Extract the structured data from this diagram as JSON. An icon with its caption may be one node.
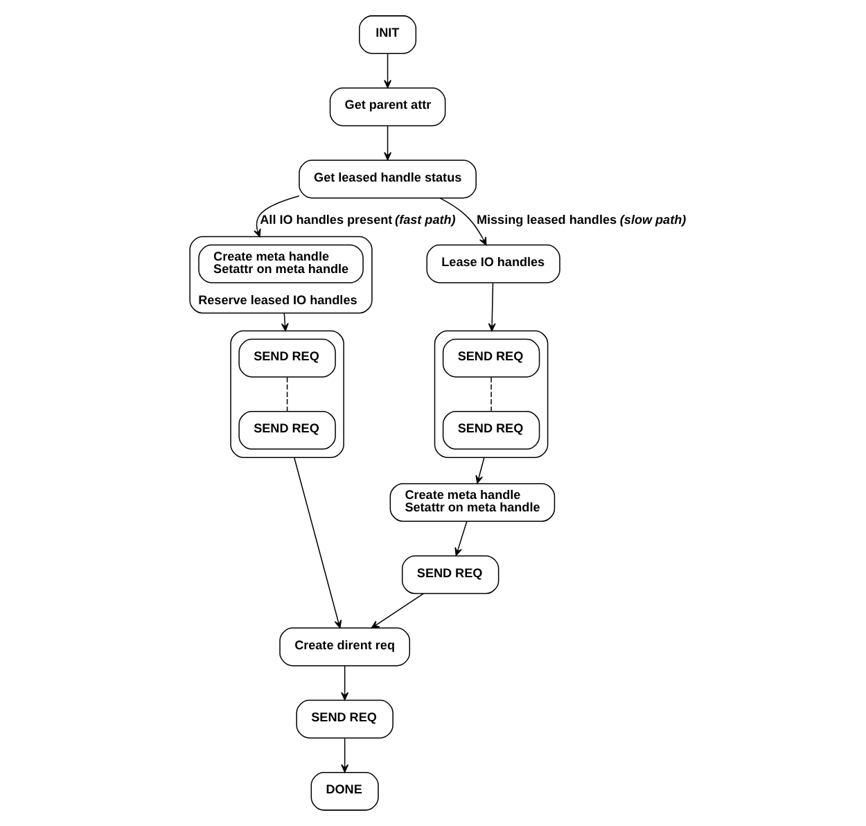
{
  "diagram": {
    "nodes": [
      {
        "text": [
          "INIT"
        ]
      },
      {
        "text": [
          "Get parent attr"
        ]
      },
      {
        "text": [
          "Get leased handle status"
        ]
      },
      {
        "text": [
          "Reserve leased IO handles"
        ]
      },
      {
        "text": [
          "Create meta handle",
          "Setattr on meta handle"
        ],
        "in": 3
      },
      {
        "text": [
          "Lease IO handles"
        ]
      },
      {
        "text": [],
        "shape": "box"
      },
      {
        "text": [
          "SEND REQ"
        ],
        "in": 6
      },
      {
        "text": [
          "SEND REQ"
        ],
        "in": 6
      },
      {
        "text": [
          "Create meta handle",
          "Setattr on meta handle"
        ]
      },
      {
        "text": [
          "SEND REQ"
        ]
      },
      {
        "text": [],
        "shape": "box"
      },
      {
        "text": [
          "SEND REQ"
        ],
        "in": 11
      },
      {
        "text": [
          "SEND REQ"
        ],
        "in": 11
      },
      {
        "text": [
          "Create dirent req"
        ]
      },
      {
        "text": [
          "SEND REQ"
        ]
      },
      {
        "text": [
          "DONE"
        ]
      }
    ],
    "edges": [
      {
        "from": 0,
        "to": 1,
        "arrow": "to"
      },
      {
        "from": 1,
        "to": 2,
        "arrow": "to"
      },
      {
        "from": 2,
        "to": 3,
        "arrow": "to",
        "label": "All IO handles present *(fast path)*"
      },
      {
        "from": 2,
        "to": 5,
        "arrow": "to",
        "label": "Missing leased handles *(slow path)*"
      },
      {
        "from": 5,
        "to": 6,
        "arrow": "to"
      },
      {
        "from": 7,
        "to": 8,
        "arrow": "none",
        "style": "dashed"
      },
      {
        "from": 6,
        "to": 9,
        "arrow": "to"
      },
      {
        "from": 9,
        "to": 10,
        "arrow": "to"
      },
      {
        "from": 3,
        "to": 11,
        "arrow": "to"
      },
      {
        "from": 12,
        "to": 13,
        "arrow": "none",
        "style": "dashed"
      },
      {
        "from": 11,
        "to": 14,
        "arrow": "to"
      },
      {
        "from": 10,
        "to": 14,
        "arrow": "to"
      },
      {
        "from": 14,
        "to": 15,
        "arrow": "to"
      },
      {
        "from": 15,
        "to": 16,
        "arrow": "to"
      }
    ]
  }
}
